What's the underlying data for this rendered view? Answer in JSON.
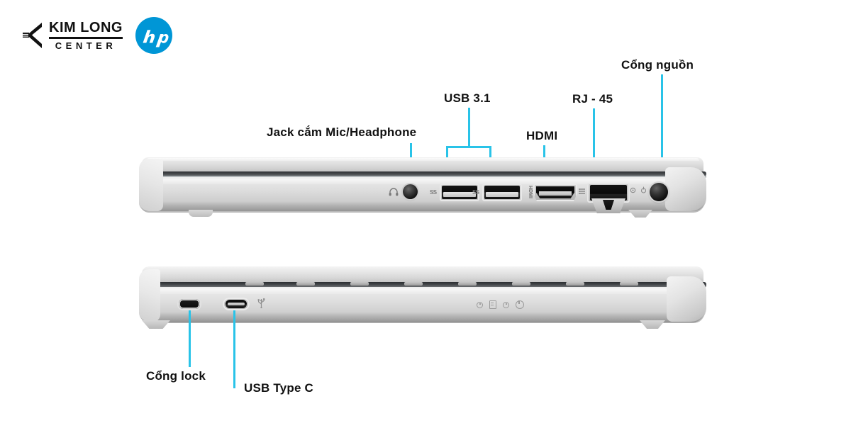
{
  "branding": {
    "kimlong": {
      "line1": "KIM LONG",
      "line2": "CENTER",
      "mark_icon": "chevron-mark-icon"
    },
    "hp": {
      "label": "hp",
      "brand_color": "#0096D6",
      "icon": "hp-logo-icon"
    }
  },
  "accent_color": "#29C3E8",
  "callouts": {
    "mic_headphone": {
      "label": "Jack cắm Mic/Headphone",
      "port_icon": "headphone-jack-icon"
    },
    "usb31": {
      "label": "USB 3.1",
      "port_icon": "usb-a-port-icon",
      "count": 2
    },
    "hdmi": {
      "label": "HDMI",
      "port_icon": "hdmi-port-icon"
    },
    "rj45": {
      "label": "RJ - 45",
      "port_icon": "ethernet-port-icon"
    },
    "power": {
      "label": "Cổng nguồn",
      "port_icon": "power-jack-icon"
    },
    "lock": {
      "label": "Cổng lock",
      "port_icon": "lock-slot-icon"
    },
    "usbc": {
      "label": "USB Type C",
      "port_icon": "usb-c-port-icon"
    }
  },
  "port_markings": {
    "headphone": "headphone-symbol",
    "usb_ss_left": "SS",
    "usb_ss_right": "SS",
    "hdmi_text": "HDMI",
    "rj45_symbol": "network-symbol",
    "usbc_trident": "usb-trident-symbol",
    "power_symbols": "power-indicator-symbols"
  },
  "status_leds": {
    "items": [
      "led-indicator-dot",
      "battery-indicator-icon",
      "led-indicator-dot",
      "power-indicator-icon"
    ]
  },
  "devices": {
    "top": {
      "name": "laptop-right-side-view"
    },
    "bottom": {
      "name": "laptop-left-side-view"
    }
  }
}
